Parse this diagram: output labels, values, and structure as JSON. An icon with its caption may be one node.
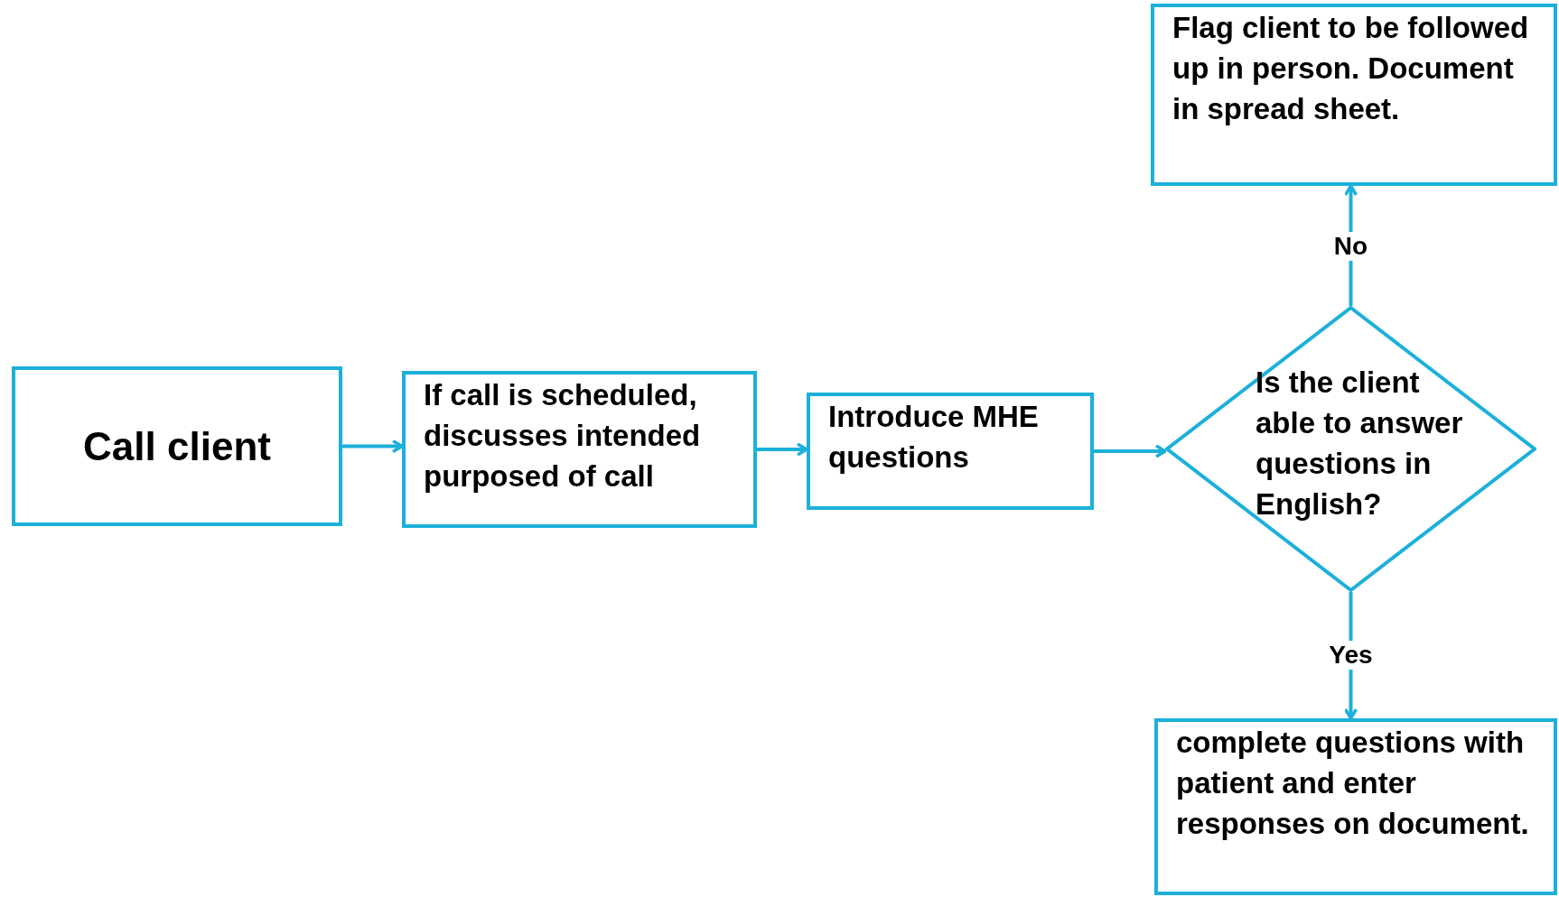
{
  "diagram": {
    "nodes": [
      {
        "text": [
          "Call client"
        ]
      },
      {
        "text": [
          "If call is scheduled, discusses intended purposed of call"
        ]
      },
      {
        "text": [
          "Introduce MHE questions"
        ]
      },
      {
        "text": [
          "Is the client able to answer questions in English?"
        ]
      },
      {
        "text": [
          "Flag client to be followed up in person. Document in spread sheet."
        ]
      },
      {
        "text": [
          "complete questions with patient and enter responses on document."
        ]
      }
    ],
    "edges": [
      {
        "from": 0,
        "to": 1,
        "arrow": "to"
      },
      {
        "from": 1,
        "to": 2,
        "arrow": "to"
      },
      {
        "from": 2,
        "to": 3,
        "arrow": "to"
      },
      {
        "from": 3,
        "to": 4,
        "arrow": "to",
        "label": "No"
      },
      {
        "from": 3,
        "to": 5,
        "arrow": "to",
        "label": "Yes"
      }
    ]
  }
}
